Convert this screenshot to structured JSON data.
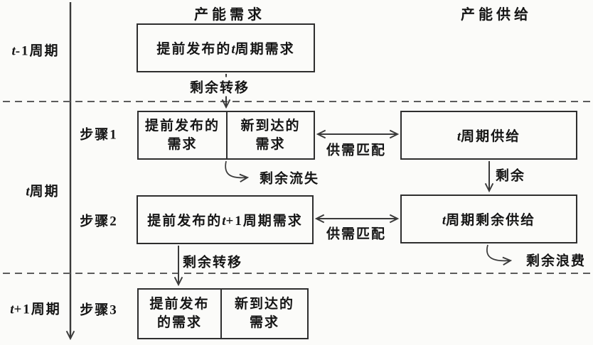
{
  "palette": {
    "background": "#fbfbf9",
    "line_color": "#3a3a3a",
    "text_color": "#151515"
  },
  "headers": {
    "demand": "产能需求",
    "supply": "产能供给"
  },
  "timeline": {
    "periods": [
      {
        "var": "t",
        "rest": "-1周期"
      },
      {
        "var": "t",
        "rest": "周期"
      },
      {
        "var": "t",
        "rest": "+1周期"
      }
    ],
    "steps": [
      "步骤1",
      "步骤2",
      "步骤3"
    ]
  },
  "boxes": {
    "pre_release_t": {
      "pre": "提前发布的",
      "var": "t",
      "post": "周期需求"
    },
    "step1_left": {
      "line1": "提前发布的",
      "line2": "需求"
    },
    "step1_right": {
      "line1": "新到达的",
      "line2": "需求"
    },
    "supply_t": {
      "var": "t",
      "post": "周期供给"
    },
    "pre_release_t1": {
      "pre": "提前发布的",
      "var": "t",
      "post": "+1周期需求"
    },
    "supply_residual": {
      "var": "t",
      "post": "周期剩余供给"
    },
    "step3_left": {
      "line1": "提前发布",
      "line2": "的需求"
    },
    "step3_right": {
      "line1": "新到达的",
      "line2": "需求"
    }
  },
  "labels": {
    "transfer_top": "剩余转移",
    "loss": "剩余流失",
    "match_1": "供需匹配",
    "residual": "剩余",
    "match_2": "供需匹配",
    "transfer_bottom": "剩余转移",
    "waste": "剩余浪费"
  }
}
